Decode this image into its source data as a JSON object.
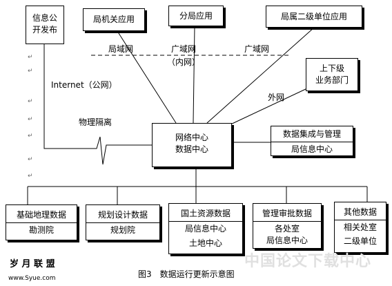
{
  "top_boxes": {
    "info_public": [
      "信息公",
      "开发布"
    ],
    "bureau_apps": "局机关应用",
    "branch_apps": "分局应用",
    "sub_units_apps": "局属二级单位应用",
    "superior_depts": [
      "上下级",
      "业务部门"
    ]
  },
  "network_labels": {
    "lan": "局域网",
    "wan_inner": [
      "广域网",
      "（内网）"
    ],
    "wan_right": "广域网",
    "internet": "Internet（公网）",
    "extranet": "外网",
    "isolation": "物理隔离"
  },
  "center_box": [
    "网络中心",
    "数据中心"
  ],
  "integration_box": [
    "数据集成与管理",
    "局信息中心"
  ],
  "bottom_boxes": [
    {
      "title": "基础地理数据",
      "lines": [
        "勘测院"
      ]
    },
    {
      "title": "规划设计数据",
      "lines": [
        "规划院"
      ]
    },
    {
      "title": "国土资源数据",
      "lines": [
        "局信息中心",
        "土地中心"
      ]
    },
    {
      "title": "管理审批数据",
      "lines": [
        "各处室",
        "局信息中心"
      ]
    },
    {
      "title": "其他数据",
      "lines": [
        "相关处室",
        "二级单位"
      ]
    }
  ],
  "caption": "图3　数据运行更新示意图",
  "watermark_left": [
    "岁 月 联 盟",
    "www.Syue.com"
  ],
  "watermark_right": "中国论文下载中心"
}
